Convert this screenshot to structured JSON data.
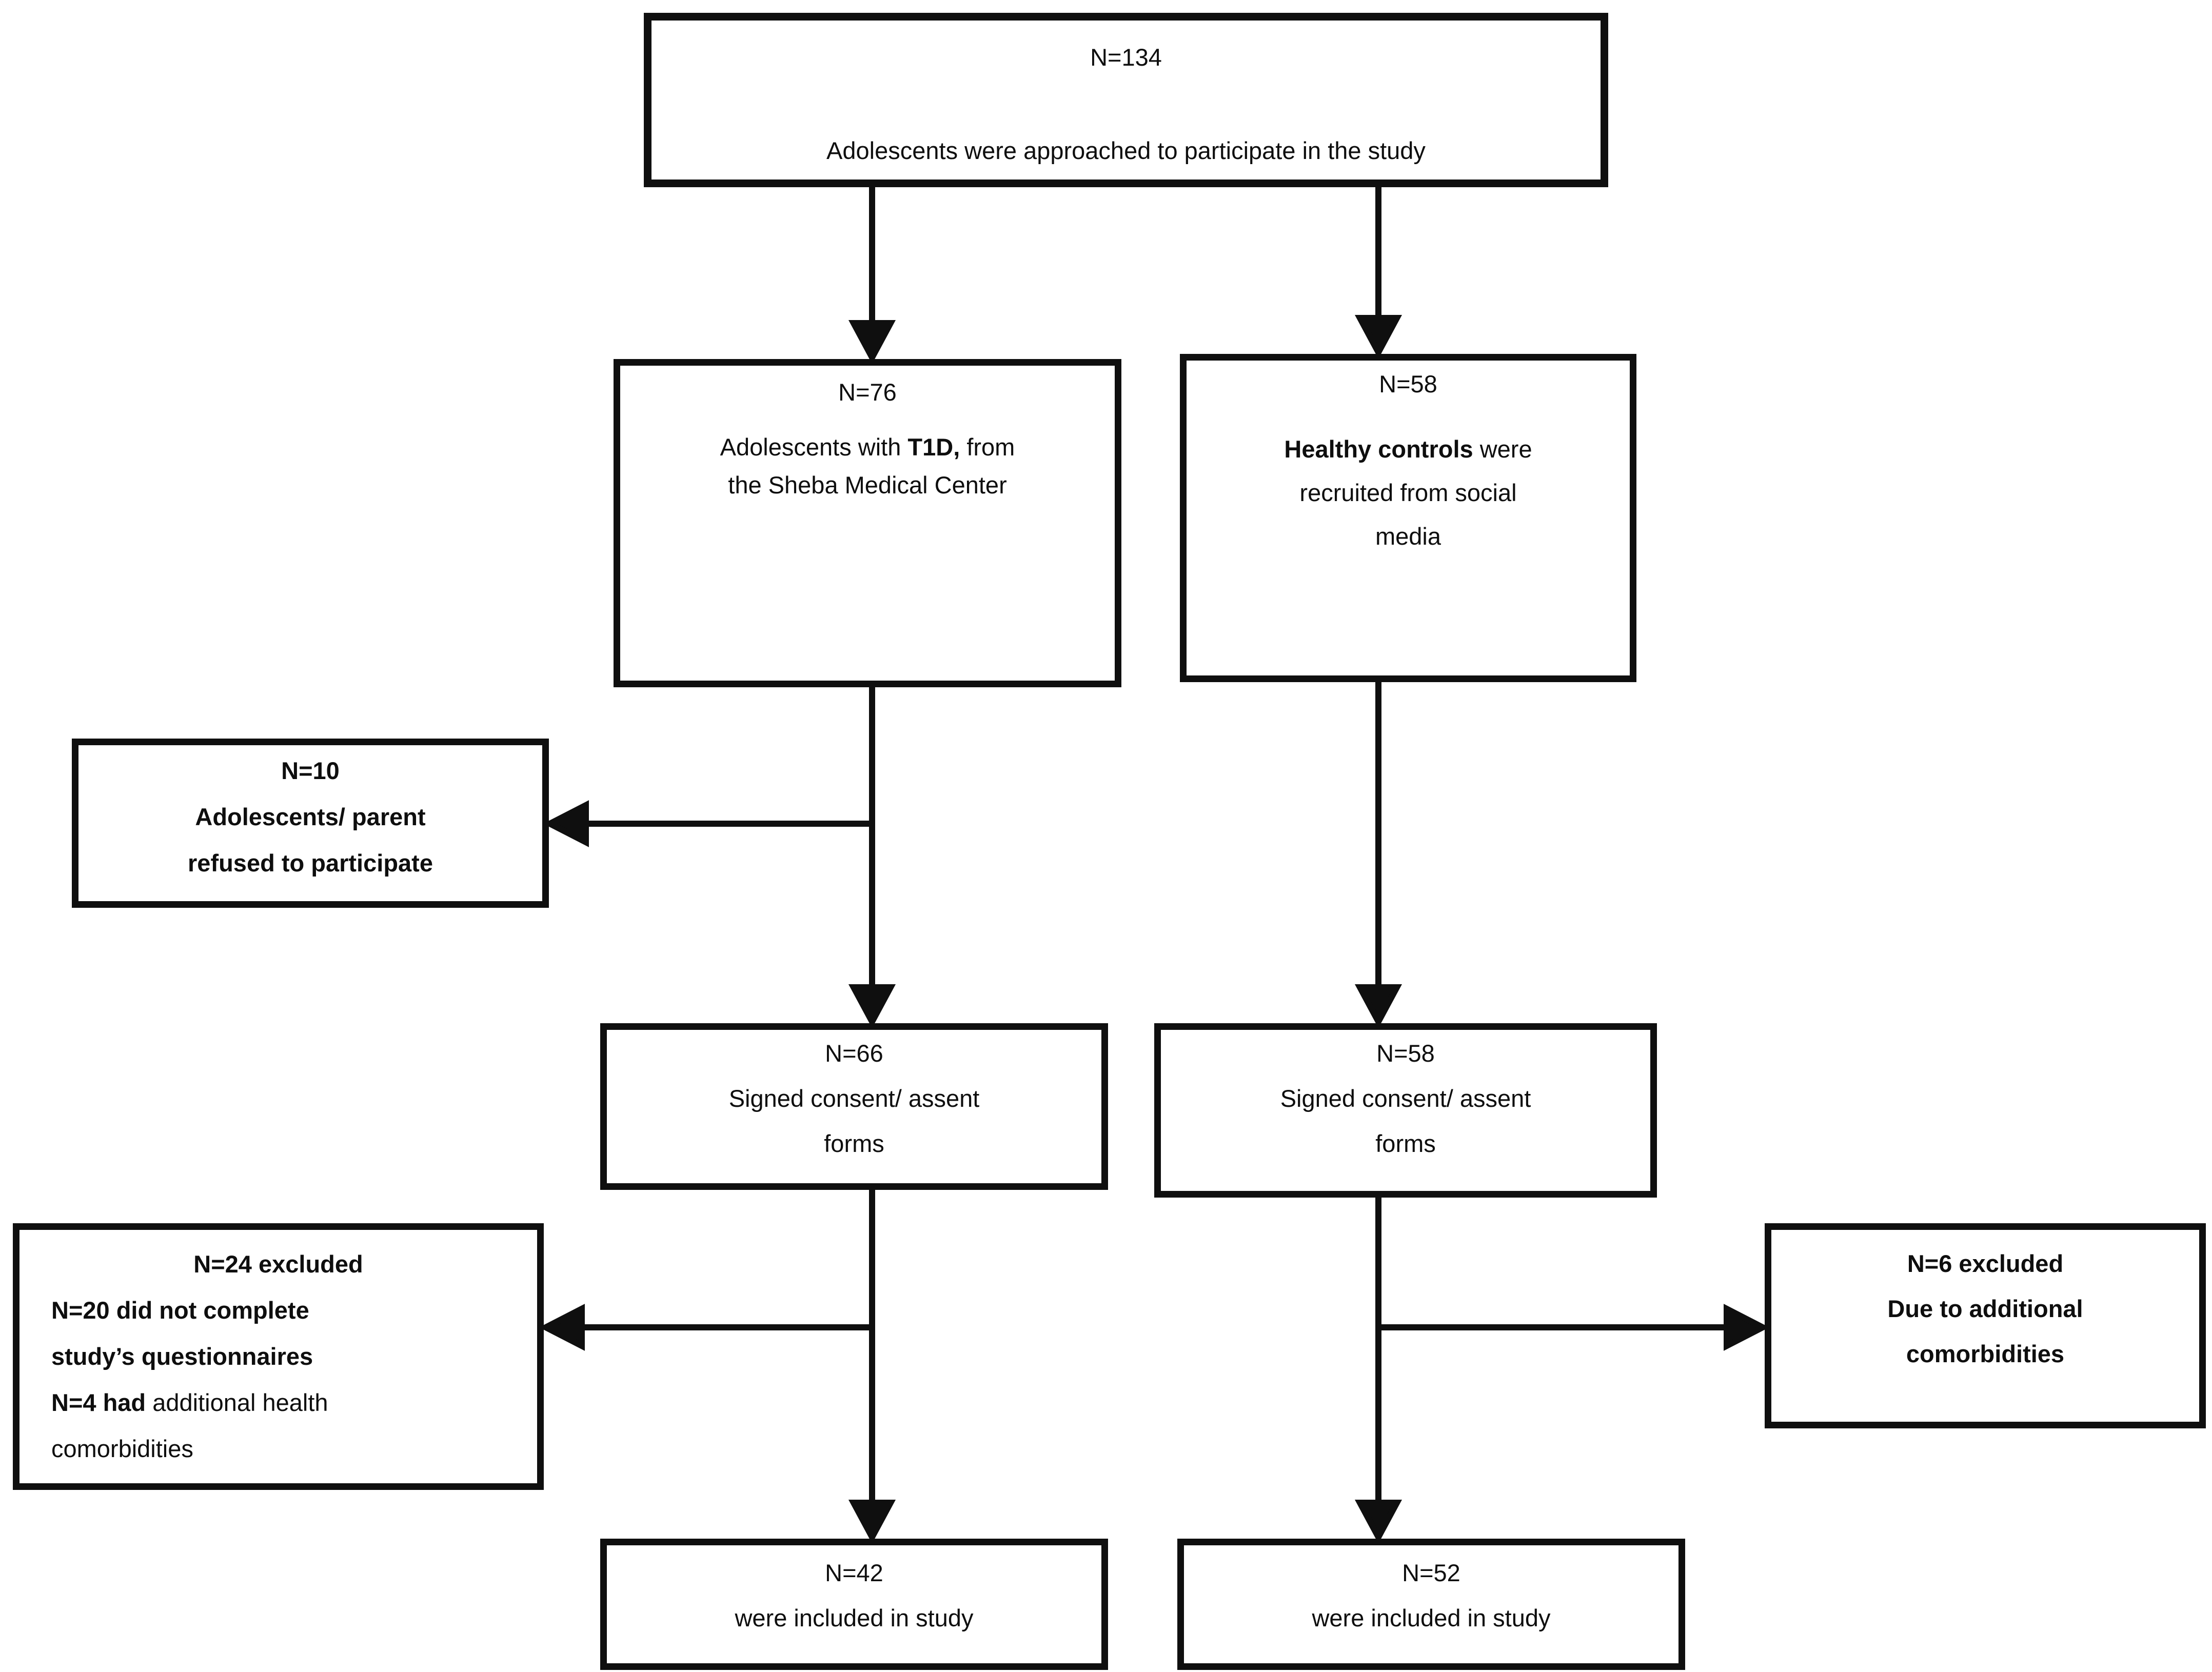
{
  "colors": {
    "ink": "#0f0f0f",
    "background": "#ffffff"
  },
  "boxes": {
    "approached": {
      "n": "N=134",
      "text": "Adolescents were approached to participate in the study"
    },
    "t1d": {
      "n": "N=76",
      "l1_pre": "Adolescents with ",
      "l1_bold": "T1D,",
      "l1_post": " from",
      "l2": "the Sheba Medical Center"
    },
    "healthy": {
      "n": "N=58",
      "l1_bold": "Healthy controls",
      "l1_post": " were",
      "l2": "recruited from social",
      "l3": "media"
    },
    "refused": {
      "n": "N=10",
      "l1": "Adolescents/ parent",
      "l2": "refused to participate"
    },
    "consent_t1d": {
      "n": "N=66",
      "l1": "Signed consent/ assent",
      "l2": "forms"
    },
    "consent_hc": {
      "n": "N=58",
      "l1": "Signed consent/ assent",
      "l2": "forms"
    },
    "excluded_t1d": {
      "l1": "N=24 excluded",
      "l2": "N=20 did not complete",
      "l3": "study’s questionnaires",
      "l4_bold": "N=4 had",
      "l4_rest": " additional health",
      "l5": "comorbidities"
    },
    "excluded_hc": {
      "l1": "N=6 excluded",
      "l2": "Due to additional",
      "l3": "comorbidities"
    },
    "included_t1d": {
      "n": "N=42",
      "text": "were included in study"
    },
    "included_hc": {
      "n": "N=52",
      "text": "were included in study"
    }
  }
}
